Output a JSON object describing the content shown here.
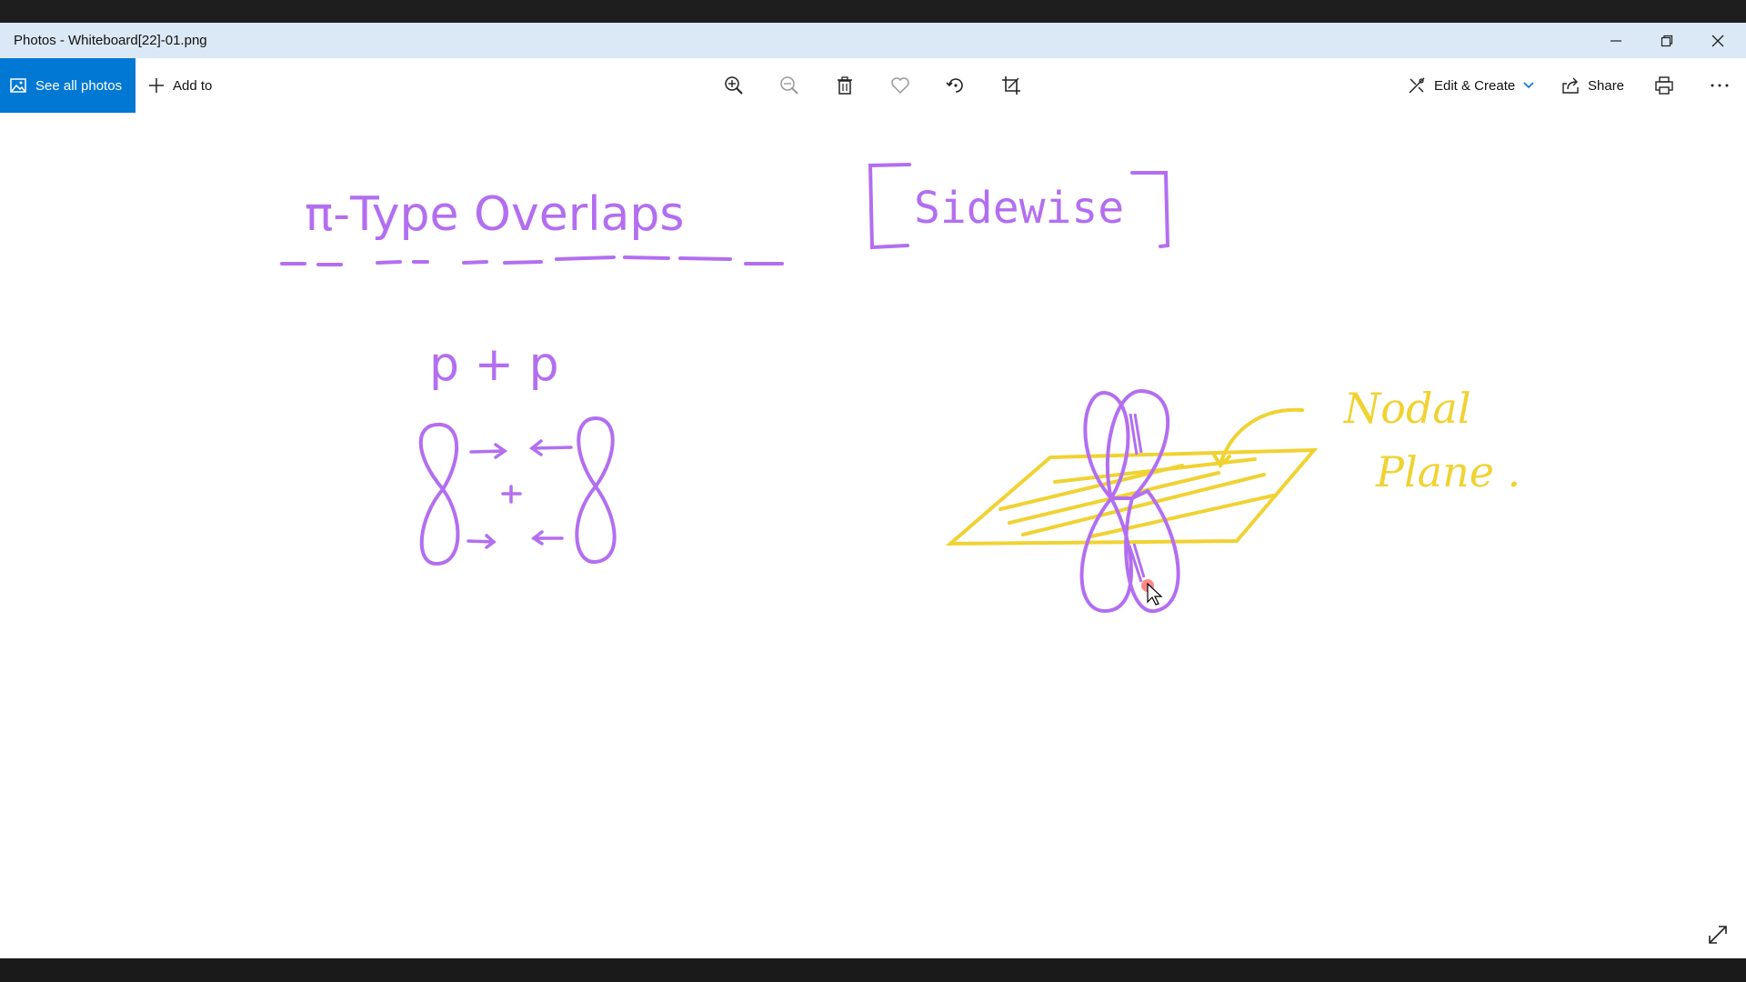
{
  "window": {
    "title": "Photos - Whiteboard[22]-01.png"
  },
  "toolbar": {
    "see_all_label": "See all photos",
    "add_to_label": "Add to",
    "edit_create_label": "Edit & Create",
    "share_label": "Share"
  },
  "whiteboard": {
    "heading": "π-Type Overlaps",
    "subheading": "[Sidewise]",
    "formula": "p + p",
    "nodal_label_line1": "Nodal",
    "nodal_label_line2": "Plane ."
  },
  "colors": {
    "ink_purple": "#b36ef0",
    "ink_yellow": "#f0d232",
    "accent_blue": "#0078d4"
  }
}
